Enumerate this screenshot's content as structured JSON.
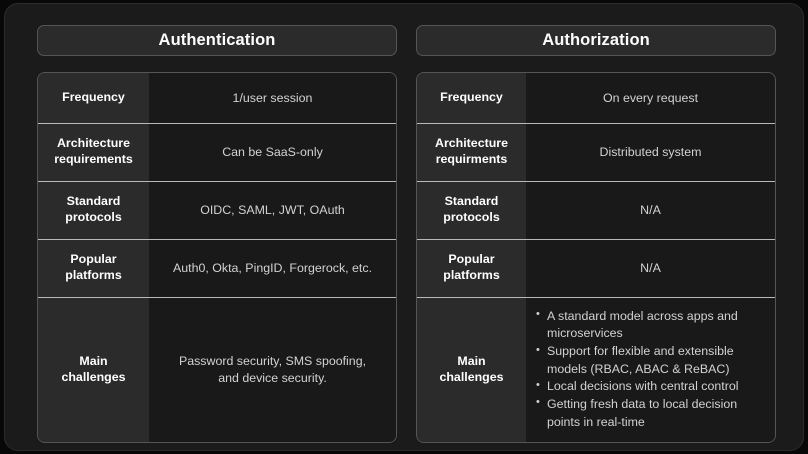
{
  "panels": [
    {
      "id": "authentication",
      "title": "Authentication",
      "rows": [
        {
          "label": "Frequency",
          "value": "1/user session",
          "type": "text",
          "height": 50
        },
        {
          "label": "Architecture\nrequirements",
          "value": "Can be SaaS-only",
          "type": "text",
          "height": 58
        },
        {
          "label": "Standard\nprotocols",
          "value": "OIDC, SAML, JWT, OAuth",
          "type": "text",
          "height": 58
        },
        {
          "label": "Popular\nplatforms",
          "value": "Auth0, Okta, PingID, Forgerock, etc.",
          "type": "text",
          "height": 58
        },
        {
          "label": "Main\nchallenges",
          "value": "Password security, SMS spoofing,\nand device security.",
          "type": "text",
          "height": 145
        }
      ]
    },
    {
      "id": "authorization",
      "title": "Authorization",
      "rows": [
        {
          "label": "Frequency",
          "value": "On every request",
          "type": "text",
          "height": 50
        },
        {
          "label": "Architecture\nrequirments",
          "value": "Distributed system",
          "type": "text",
          "height": 58
        },
        {
          "label": "Standard\nprotocols",
          "value": "N/A",
          "type": "text",
          "height": 58
        },
        {
          "label": "Popular\nplatforms",
          "value": "N/A",
          "type": "text",
          "height": 58
        },
        {
          "label": "Main\nchallenges",
          "type": "bullets",
          "height": 145,
          "bullets": [
            "A standard model across apps and microservices",
            "Support for flexible and extensible models (RBAC, ABAC & ReBAC)",
            "Local decisions with central control",
            "Getting fresh data to local decision points in real-time"
          ]
        }
      ]
    }
  ],
  "colors": {
    "page_background": "#080808",
    "card_background": "#1b1b1b",
    "panel_background": "#191919",
    "label_column_background": "#2b2b2b",
    "header_background": "#2b2b2b",
    "border": "#555555",
    "separator_line": "#b9b9b9",
    "title_text": "#ffffff",
    "label_text": "#ffffff",
    "value_text": "#d2d2d2"
  }
}
